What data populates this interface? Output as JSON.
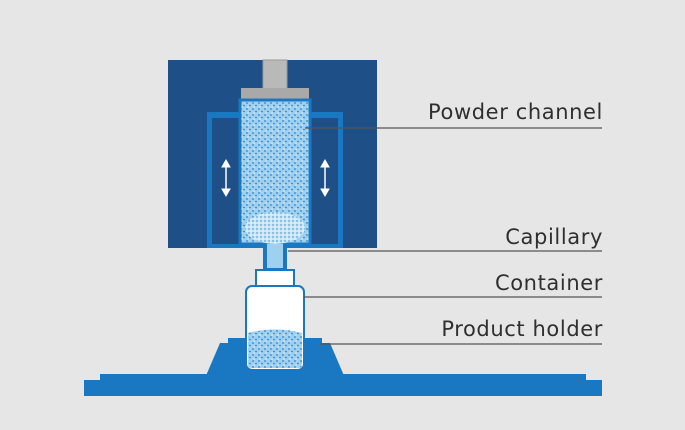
{
  "labels": {
    "powder_channel": "Powder channel",
    "capillary": "Capillary",
    "container": "Container",
    "product_holder": "Product holder"
  },
  "colors": {
    "background": "#e6e6e6",
    "housing_dark": "#1e4f86",
    "channel_blue": "#1a78c2",
    "powder_light": "#9fd0f0",
    "plunger_gray": "#a9a9a9",
    "leader_line": "#555555",
    "label_text": "#2f2f2f"
  },
  "icons": {
    "left_arrow": "up-down-arrow",
    "right_arrow": "up-down-arrow"
  }
}
